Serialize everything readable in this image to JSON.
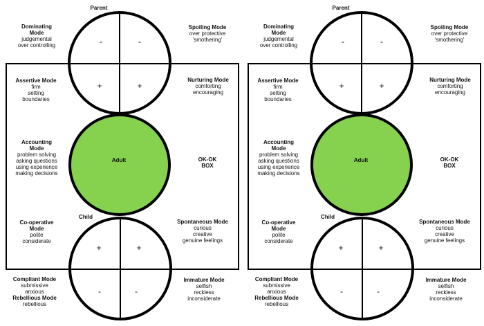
{
  "colors": {
    "adult_fill": "#86d24e",
    "stroke": "#000000"
  },
  "panels": [
    {
      "parent": "Parent",
      "adult": "Adult",
      "child": "Child",
      "signs": {
        "parent_top": [
          "-",
          "-"
        ],
        "parent_bottom": [
          "+",
          "+"
        ],
        "child_top": [
          "+",
          "+"
        ],
        "child_bottom": [
          "-",
          "-"
        ]
      },
      "labels": {
        "dominating": [
          {
            "t": "Dominating",
            "b": true
          },
          {
            "t": "Mode",
            "b": true
          },
          {
            "t": "judgemental",
            "b": false
          },
          {
            "t": "over controlling",
            "b": false
          }
        ],
        "spoiling": [
          {
            "t": "Spoiling Mode",
            "b": true
          },
          {
            "t": "over protective",
            "b": false
          },
          {
            "t": "'smothering'",
            "b": false
          }
        ],
        "assertive": [
          {
            "t": "Assertive Mode",
            "b": true
          },
          {
            "t": "firm",
            "b": false
          },
          {
            "t": "setting",
            "b": false
          },
          {
            "t": "boundaries",
            "b": false
          }
        ],
        "nurturing": [
          {
            "t": "Nurturing Mode",
            "b": true
          },
          {
            "t": "comforting",
            "b": false
          },
          {
            "t": "encouraging",
            "b": false
          }
        ],
        "accounting": [
          {
            "t": "Accounting",
            "b": true
          },
          {
            "t": "Mode",
            "b": true
          },
          {
            "t": "problem solving",
            "b": false
          },
          {
            "t": "asking questions",
            "b": false
          },
          {
            "t": "using experience",
            "b": false
          },
          {
            "t": "making decisions",
            "b": false
          }
        ],
        "okok": [
          {
            "t": "OK-OK",
            "b": true
          },
          {
            "t": "BOX",
            "b": true
          }
        ],
        "cooperative": [
          {
            "t": "Co-operative",
            "b": true
          },
          {
            "t": "Mode",
            "b": true
          },
          {
            "t": "polite",
            "b": false
          },
          {
            "t": "considerate",
            "b": false
          }
        ],
        "spontaneous": [
          {
            "t": "Spontaneous Mode",
            "b": true
          },
          {
            "t": "curious",
            "b": false
          },
          {
            "t": "creative",
            "b": false
          },
          {
            "t": "genuine feelings",
            "b": false
          }
        ],
        "compliant": [
          {
            "t": "Compliant Mode",
            "b": true
          },
          {
            "t": "submissive",
            "b": false
          },
          {
            "t": "anxious",
            "b": false
          },
          {
            "t": "Rebellious Mode",
            "b": true
          },
          {
            "t": "rebellious",
            "b": false
          }
        ],
        "immature": [
          {
            "t": "Immature Mode",
            "b": true
          },
          {
            "t": "selfish",
            "b": false
          },
          {
            "t": "reckless",
            "b": false
          },
          {
            "t": "inconsiderate",
            "b": false
          }
        ]
      }
    },
    {
      "parent": "Parent",
      "adult": "Adult",
      "child": "Child",
      "signs": {
        "parent_top": [
          "-",
          "-"
        ],
        "parent_bottom": [
          "+",
          "+"
        ],
        "child_top": [
          "+",
          "+"
        ],
        "child_bottom": [
          "-",
          "-"
        ]
      },
      "labels": {
        "dominating": [
          {
            "t": "Dominating",
            "b": true
          },
          {
            "t": "Mode",
            "b": true
          },
          {
            "t": "judgemental",
            "b": false
          },
          {
            "t": "over controlling",
            "b": false
          }
        ],
        "spoiling": [
          {
            "t": "Spoiling Mode",
            "b": true
          },
          {
            "t": "over protective",
            "b": false
          },
          {
            "t": "'smothering'",
            "b": false
          }
        ],
        "assertive": [
          {
            "t": "Assertive Mode",
            "b": true
          },
          {
            "t": "firm",
            "b": false
          },
          {
            "t": "setting",
            "b": false
          },
          {
            "t": "boundaries",
            "b": false
          }
        ],
        "nurturing": [
          {
            "t": "Nurturing Mode",
            "b": true
          },
          {
            "t": "comforting",
            "b": false
          },
          {
            "t": "encouraging",
            "b": false
          }
        ],
        "accounting": [
          {
            "t": "Accounting",
            "b": true
          },
          {
            "t": "Mode",
            "b": true
          },
          {
            "t": "problem solving",
            "b": false
          },
          {
            "t": "asking questions",
            "b": false
          },
          {
            "t": "using experience",
            "b": false
          },
          {
            "t": "making decisions",
            "b": false
          }
        ],
        "okok": [
          {
            "t": "OK-OK",
            "b": true
          },
          {
            "t": "BOX",
            "b": true
          }
        ],
        "cooperative": [
          {
            "t": "Co-operative",
            "b": true
          },
          {
            "t": "Mode",
            "b": true
          },
          {
            "t": "polite",
            "b": false
          },
          {
            "t": "considerate",
            "b": false
          }
        ],
        "spontaneous": [
          {
            "t": "Spontaneous Mode",
            "b": true
          },
          {
            "t": "curious",
            "b": false
          },
          {
            "t": "creative",
            "b": false
          },
          {
            "t": "genuine feelings",
            "b": false
          }
        ],
        "compliant": [
          {
            "t": "Compliant Mode",
            "b": true
          },
          {
            "t": "submissive",
            "b": false
          },
          {
            "t": "anxious",
            "b": false
          },
          {
            "t": "Rebellious Mode",
            "b": true
          },
          {
            "t": "rebellious",
            "b": false
          }
        ],
        "immature": [
          {
            "t": "Immature Mode",
            "b": true
          },
          {
            "t": "selfish",
            "b": false
          },
          {
            "t": "reckless",
            "b": false
          },
          {
            "t": "inconsiderate",
            "b": false
          }
        ]
      }
    }
  ]
}
